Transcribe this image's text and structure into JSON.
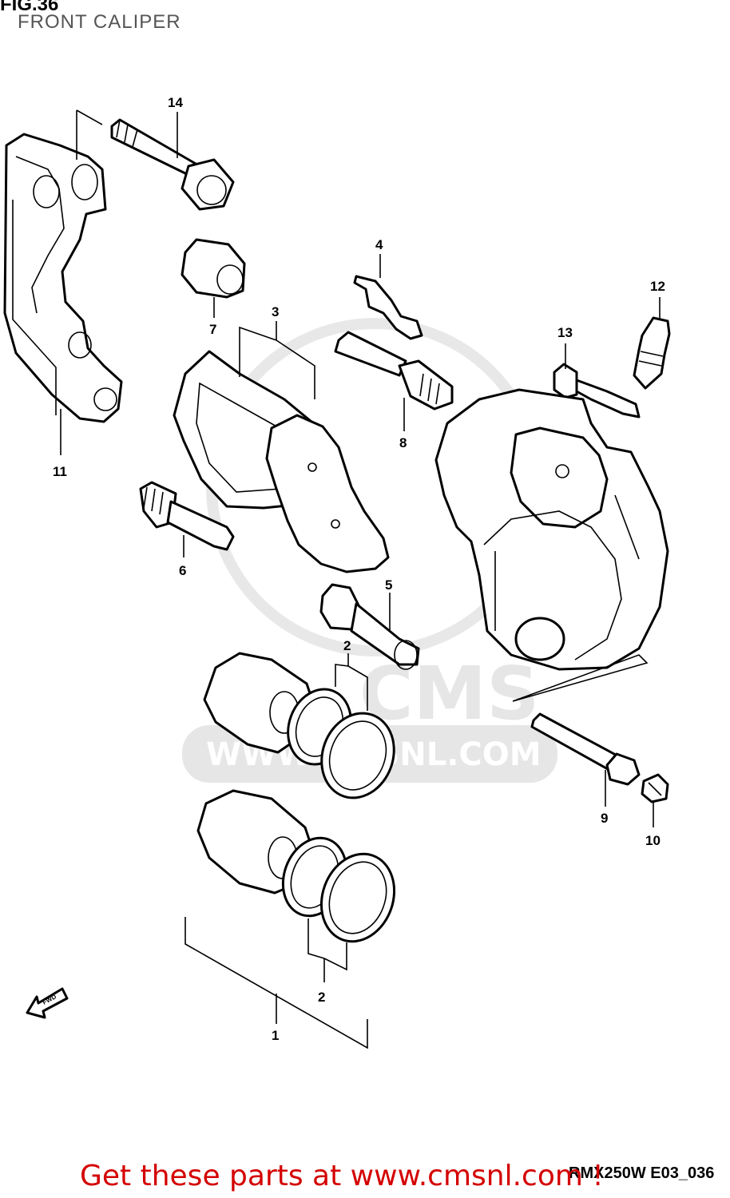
{
  "figure": {
    "number": "FIG.36",
    "title": "FRONT CALIPER",
    "code": "RMX250W E03_036"
  },
  "callouts": {
    "c1": "1",
    "c2a": "2",
    "c2b": "2",
    "c3": "3",
    "c4": "4",
    "c5": "5",
    "c6": "6",
    "c7": "7",
    "c8": "8",
    "c9": "9",
    "c10": "10",
    "c11": "11",
    "c12": "12",
    "c13": "13",
    "c14": "14"
  },
  "direction_arrow": {
    "label": "FWD",
    "icon": "forward-arrow-icon"
  },
  "watermark": {
    "brand": "CMS",
    "url": "WWW.CMSNL.COM"
  },
  "footer": {
    "text": "Get these parts at www.cmsnl.com !"
  },
  "colors": {
    "footer_text": "#d40000",
    "watermark": "#e3e3e3"
  }
}
